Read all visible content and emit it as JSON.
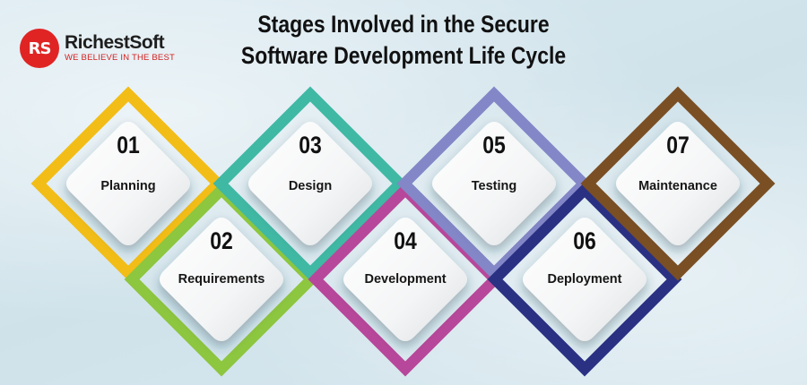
{
  "logo": {
    "mark": "RS",
    "name": "RichestSoft",
    "tagline": "WE BELIEVE IN THE BEST"
  },
  "title": {
    "line1": "Stages Involved in the Secure",
    "line2": "Software Development Life Cycle"
  },
  "stages": [
    {
      "number": "01",
      "label": "Planning",
      "color": "#f2bd16"
    },
    {
      "number": "02",
      "label": "Requirements",
      "color": "#8dc63f"
    },
    {
      "number": "03",
      "label": "Design",
      "color": "#3fb8a4"
    },
    {
      "number": "04",
      "label": "Development",
      "color": "#b7479a"
    },
    {
      "number": "05",
      "label": "Testing",
      "color": "#8387c7"
    },
    {
      "number": "06",
      "label": "Deployment",
      "color": "#2a3183"
    },
    {
      "number": "07",
      "label": "Maintenance",
      "color": "#7a4f24"
    }
  ]
}
